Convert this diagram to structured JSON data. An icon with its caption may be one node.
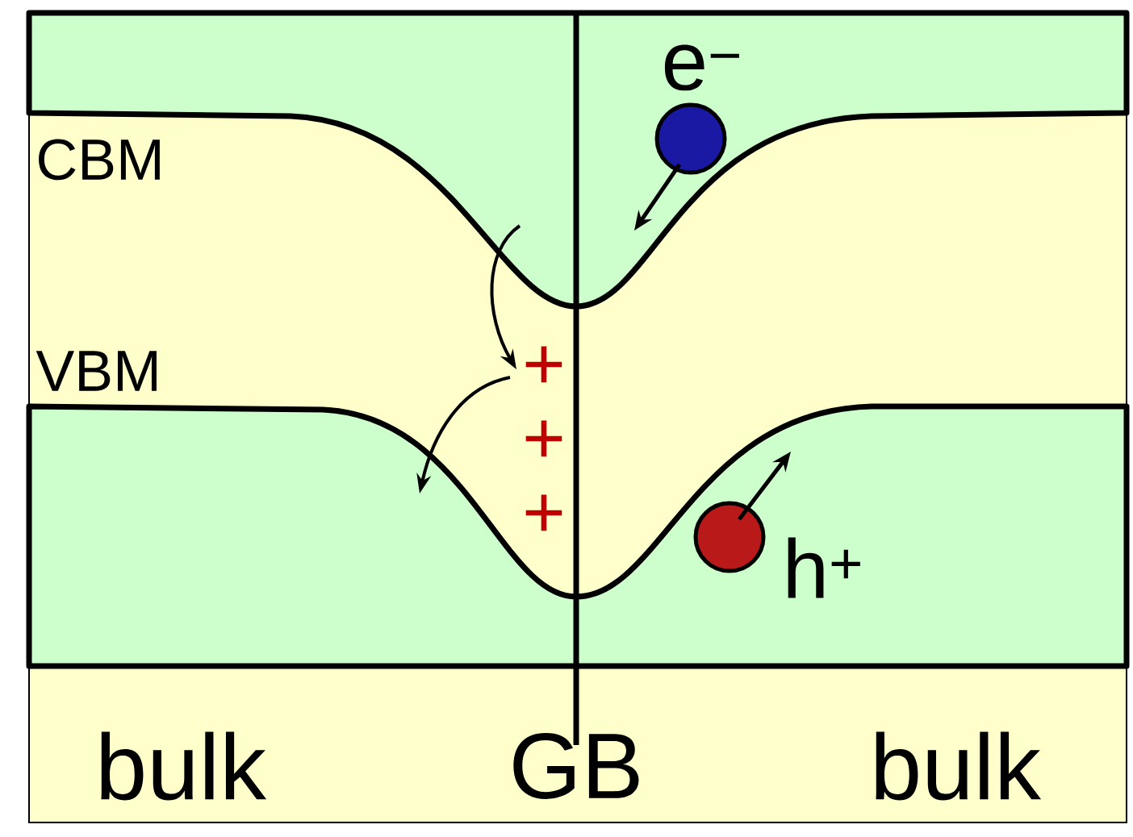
{
  "diagram": {
    "labels": [
      "e$^{−}$",
      "CBM",
      "VBM",
      "+",
      "+",
      "+",
      "h$^{+}$",
      "bulk",
      "GB",
      "bulk"
    ]
  }
}
